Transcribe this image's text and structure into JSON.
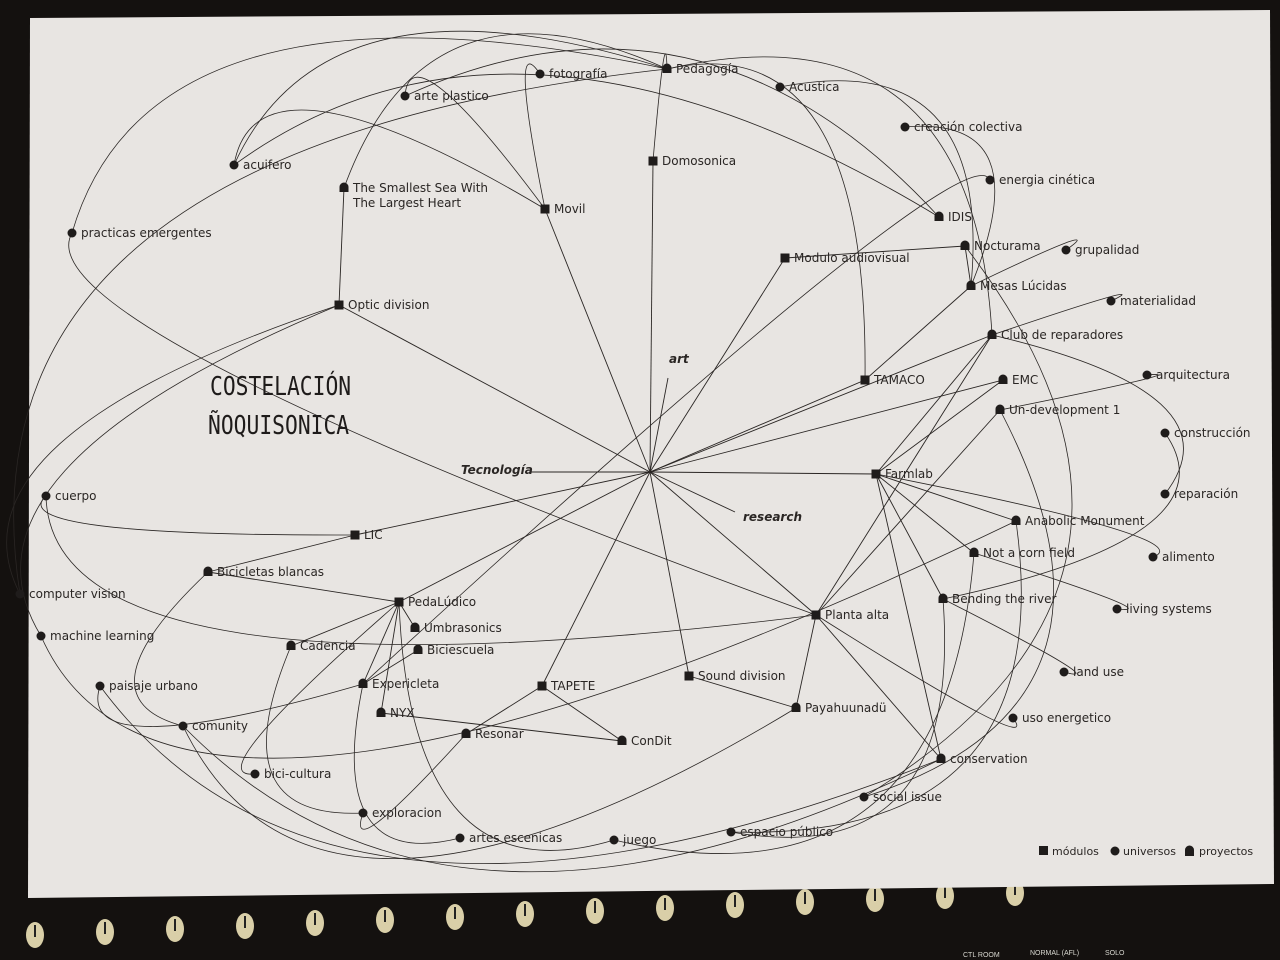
{
  "title": [
    "COSTELACIÓN",
    "ÑOQUISONICA"
  ],
  "hub_labels": {
    "art": "art",
    "tecnologia": "Tecnología",
    "research": "research"
  },
  "legend": {
    "modules": "módulos",
    "universes": "universos",
    "projects": "proyectos"
  },
  "mixer_labels": [
    "CTL ROOM",
    "NORMAL (AFL)",
    "SOLO"
  ],
  "nodes": [
    {
      "label": "fotografía",
      "type": "universe"
    },
    {
      "label": "arte plastico",
      "type": "universe"
    },
    {
      "label": "Acustica",
      "type": "universe"
    },
    {
      "label": "creación colectiva",
      "type": "universe"
    },
    {
      "label": "acuifero",
      "type": "universe"
    },
    {
      "label": "energia cinética",
      "type": "universe"
    },
    {
      "label": "practicas emergentes",
      "type": "universe"
    },
    {
      "label": "grupalidad",
      "type": "universe"
    },
    {
      "label": "materialidad",
      "type": "universe"
    },
    {
      "label": "arquitectura",
      "type": "universe"
    },
    {
      "label": "construcción",
      "type": "universe"
    },
    {
      "label": "cuerpo",
      "type": "universe"
    },
    {
      "label": "reparación",
      "type": "universe"
    },
    {
      "label": "alimento",
      "type": "universe"
    },
    {
      "label": "computer vision",
      "type": "universe"
    },
    {
      "label": "living systems",
      "type": "universe"
    },
    {
      "label": "machine learning",
      "type": "universe"
    },
    {
      "label": "paisaje urbano",
      "type": "universe"
    },
    {
      "label": "land use",
      "type": "universe"
    },
    {
      "label": "uso energetico",
      "type": "universe"
    },
    {
      "label": "comunity",
      "type": "universe"
    },
    {
      "label": "bici-cultura",
      "type": "universe"
    },
    {
      "label": "social issue",
      "type": "universe"
    },
    {
      "label": "exploracion",
      "type": "universe"
    },
    {
      "label": "espacio público",
      "type": "universe"
    },
    {
      "label": "artes escenicas",
      "type": "universe"
    },
    {
      "label": "juego",
      "type": "universe"
    },
    {
      "label": "Domosonica",
      "type": "module"
    },
    {
      "label": "Movil",
      "type": "module"
    },
    {
      "label": "Modulo audiovisual",
      "type": "module"
    },
    {
      "label": "Optic division",
      "type": "module"
    },
    {
      "label": "TAMACO",
      "type": "module"
    },
    {
      "label": "Farmlab",
      "type": "module"
    },
    {
      "label": "LIC",
      "type": "module"
    },
    {
      "label": "PedaLúdico",
      "type": "module"
    },
    {
      "label": "Planta alta",
      "type": "module"
    },
    {
      "label": "TAPETE",
      "type": "module"
    },
    {
      "label": "Sound division",
      "type": "module"
    },
    {
      "label": "Pedagogía",
      "type": "project"
    },
    {
      "label": "The Smallest Sea With",
      "type": "project",
      "label2": "The Largest Heart"
    },
    {
      "label": "IDIS",
      "type": "project"
    },
    {
      "label": "Nocturama",
      "type": "project"
    },
    {
      "label": "Mesas Lúcidas",
      "type": "project"
    },
    {
      "label": "Club de reparadores",
      "type": "project"
    },
    {
      "label": "EMC",
      "type": "project"
    },
    {
      "label": "Un-development 1",
      "type": "project"
    },
    {
      "label": "Anabolic Monument",
      "type": "project"
    },
    {
      "label": "Not a corn field",
      "type": "project"
    },
    {
      "label": "Bending the river",
      "type": "project"
    },
    {
      "label": "Bicicletas blancas",
      "type": "project"
    },
    {
      "label": "Umbrasonics",
      "type": "project"
    },
    {
      "label": "Cadencia",
      "type": "project"
    },
    {
      "label": "Biciescuela",
      "type": "project"
    },
    {
      "label": "Expericleta",
      "type": "project"
    },
    {
      "label": "NYX",
      "type": "project"
    },
    {
      "label": "Resonar",
      "type": "project"
    },
    {
      "label": "ConDit",
      "type": "project"
    },
    {
      "label": "Payahuunadü",
      "type": "project"
    },
    {
      "label": "conservation",
      "type": "project"
    }
  ],
  "straight_edges": [
    [
      "Optic division",
      "The Smallest Sea With"
    ],
    [
      "TAPETE",
      "Resonar"
    ],
    [
      "TAPETE",
      "ConDit"
    ],
    [
      "PedaLúdico",
      "Expericleta"
    ],
    [
      "PedaLúdico",
      "Cadencia"
    ],
    [
      "PedaLúdico",
      "Umbrasonics"
    ],
    [
      "PedaLúdico",
      "NYX"
    ],
    [
      "PedaLúdico",
      "Bicicletas blancas"
    ],
    [
      "Expericleta",
      "Biciescuela"
    ],
    [
      "Nocturama",
      "Mesas Lúcidas"
    ],
    [
      "Modulo audiovisual",
      "Nocturama"
    ],
    [
      "TAMACO",
      "Mesas Lúcidas"
    ],
    [
      "Farmlab",
      "Anabolic Monument"
    ],
    [
      "Farmlab",
      "Not a corn field"
    ],
    [
      "Farmlab",
      "Bending the river"
    ],
    [
      "Farmlab",
      "conservation"
    ],
    [
      "Sound division",
      "Payahuunadü"
    ],
    [
      "Planta alta",
      "Un-development 1"
    ],
    [
      "Planta alta",
      "Payahuunadü"
    ],
    [
      "Planta alta",
      "conservation"
    ],
    [
      "Planta alta",
      "Club de reparadores"
    ],
    [
      "Farmlab",
      "EMC"
    ],
    [
      "Farmlab",
      "Club de reparadores"
    ],
    [
      "LIC",
      "Bicicletas blancas"
    ],
    [
      "NYX",
      "ConDit"
    ]
  ],
  "curved_edges": [
    [
      "fotografía",
      "Movil"
    ],
    [
      "arte plastico",
      "Movil"
    ],
    [
      "acuifero",
      "IDIS"
    ],
    [
      "acuifero",
      "Movil"
    ],
    [
      "Pedagogía",
      "Domosonica"
    ],
    [
      "Pedagogía",
      "TAMACO"
    ],
    [
      "Pedagogía",
      "Club de reparadores"
    ],
    [
      "Acustica",
      "Mesas Lúcidas"
    ],
    [
      "creación colectiva",
      "Mesas Lúcidas"
    ],
    [
      "practicas emergentes",
      "Pedagogía"
    ],
    [
      "practicas emergentes",
      "Planta alta"
    ],
    [
      "energia cinética",
      "Expericleta"
    ],
    [
      "grupalidad",
      "Mesas Lúcidas"
    ],
    [
      "materialidad",
      "Club de reparadores"
    ],
    [
      "arquitectura",
      "Un-development 1"
    ],
    [
      "construcción",
      "Bending the river"
    ],
    [
      "reparación",
      "Club de reparadores"
    ],
    [
      "alimento",
      "Farmlab"
    ],
    [
      "living systems",
      "Not a corn field"
    ],
    [
      "land use",
      "Bending the river"
    ],
    [
      "uso energetico",
      "Planta alta"
    ],
    [
      "cuerpo",
      "LIC"
    ],
    [
      "computer vision",
      "Optic division"
    ],
    [
      "computer vision",
      "Pedagogía"
    ],
    [
      "machine learning",
      "Optic division"
    ],
    [
      "machine learning",
      "Anabolic Monument"
    ],
    [
      "paisaje urbano",
      "Expericleta"
    ],
    [
      "paisaje urbano",
      "conservation"
    ],
    [
      "comunity",
      "Bicicletas blancas"
    ],
    [
      "comunity",
      "Payahuunadü"
    ],
    [
      "bici-cultura",
      "PedaLúdico"
    ],
    [
      "exploracion",
      "Cadencia"
    ],
    [
      "exploracion",
      "Resonar"
    ],
    [
      "social issue",
      "Un-development 1"
    ],
    [
      "espacio público",
      "Bending the river"
    ],
    [
      "artes escenicas",
      "Expericleta"
    ],
    [
      "juego",
      "PedaLúdico"
    ],
    [
      "juego",
      "Not a corn field"
    ],
    [
      "social issue",
      "Nocturama"
    ],
    [
      "acuifero",
      "Pedagogía"
    ],
    [
      "The Smallest Sea With",
      "Pedagogía"
    ],
    [
      "IDIS",
      "arte plastico"
    ],
    [
      "cuerpo",
      "Planta alta"
    ],
    [
      "comunity",
      "conservation"
    ],
    [
      "espacio público",
      "Anabolic Monument"
    ]
  ],
  "colors": {
    "paper": "#e8e5e2",
    "ink": "#1f1c1b",
    "background": "#14110f"
  }
}
